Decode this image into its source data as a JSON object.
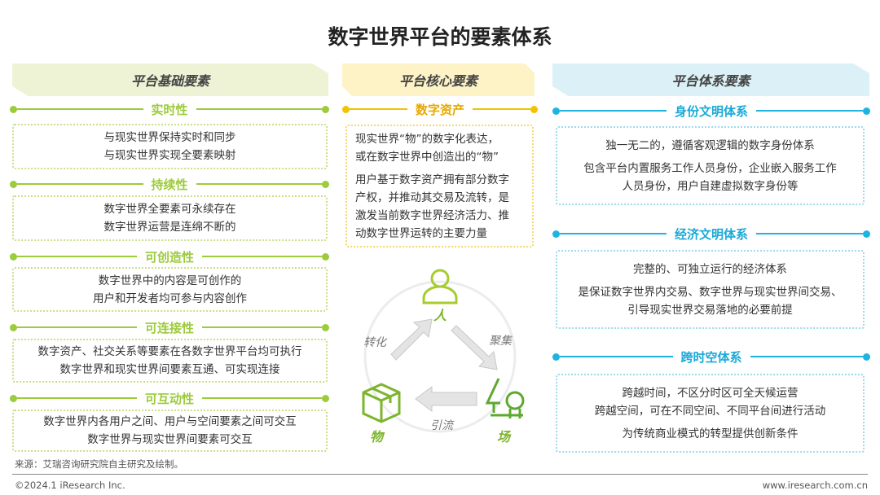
{
  "title": "数字世界平台的要素体系",
  "columns": {
    "left": {
      "header": "平台基础要素",
      "items": [
        {
          "heading": "实时性",
          "lines": [
            "与现实世界保持实时和同步",
            "与现实世界实现全要素映射"
          ]
        },
        {
          "heading": "持续性",
          "lines": [
            "数字世界全要素可永续存在",
            "数字世界运营是连绵不断的"
          ]
        },
        {
          "heading": "可创造性",
          "lines": [
            "数字世界中的内容是可创作的",
            "用户和开发者均可参与内容创作"
          ]
        },
        {
          "heading": "可连接性",
          "lines": [
            "数字资产、社交关系等要素在各数字世界平台均可执行",
            "数字世界和现实世界间要素互通、可实现连接"
          ]
        },
        {
          "heading": "可互动性",
          "lines": [
            "数字世界内各用户之间、用户与空间要素之间可交互",
            "数字世界与现实世界间要素可交互"
          ]
        }
      ]
    },
    "middle": {
      "header": "平台核心要素",
      "heading": "数字资产",
      "paragraphs": [
        [
          "现实世界“物”的数字化表达，",
          "或在数字世界中创造出的“物”"
        ],
        [
          "用户基于数字资产拥有部分数字",
          "产权，并推动其交易及流转，是",
          "激发当前数字世界经济活力、推",
          "动数字世界运转的主要力量"
        ]
      ],
      "cycle": {
        "nodes": {
          "person": "人",
          "thing": "物",
          "place": "场"
        },
        "arrows": {
          "transform": "转化",
          "gather": "聚集",
          "guide": "引流"
        }
      }
    },
    "right": {
      "header": "平台体系要素",
      "items": [
        {
          "heading": "身份文明体系",
          "paras": [
            [
              "独一无二的，遵循客观逻辑的数字身份体系"
            ],
            [
              "包含平台内置服务工作人员身份，企业嵌入服务工作",
              "人员身份，用户自建虚拟数字身份等"
            ]
          ]
        },
        {
          "heading": "经济文明体系",
          "paras": [
            [
              "完整的、可独立运行的经济体系"
            ],
            [
              "是保证数字世界内交易、数字世界与现实世界间交易、",
              "引导现实世界交易落地的必要前提"
            ]
          ]
        },
        {
          "heading": "跨时空体系",
          "paras": [
            [
              "跨越时间，不区分时区可全天候运营",
              "跨越空间，可在不同空间、不同平台间进行活动"
            ],
            [
              "为传统商业模式的转型提供创新条件"
            ]
          ]
        }
      ]
    }
  },
  "footer": {
    "source": "来源：艾瑞咨询研究院自主研究及绘制。",
    "copyright": "©2024.1 iResearch Inc.",
    "website": "www.iresearch.com.cn"
  },
  "colors": {
    "green": "#9ccb3b",
    "yellow": "#f3c200",
    "blue": "#1fb3e0"
  }
}
